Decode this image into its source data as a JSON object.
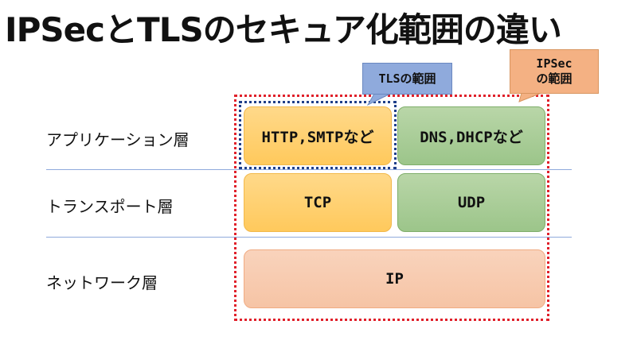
{
  "title": "IPSecとTLSのセキュア化範囲の違い",
  "layers": {
    "application": "アプリケーション層",
    "transport": "トランスポート層",
    "network": "ネットワーク層"
  },
  "boxes": {
    "http_smtp": "HTTP,SMTPなど",
    "dns_dhcp": "DNS,DHCPなど",
    "tcp": "TCP",
    "udp": "UDP",
    "ip": "IP"
  },
  "callouts": {
    "tls": "TLSの範囲",
    "ipsec_line1": "IPSec",
    "ipsec_line2": "の範囲"
  },
  "colors": {
    "tls_scope": "#1f3f8a",
    "ipsec_scope": "#e0202a",
    "application_boxes": "#ffd98a",
    "transport_udp_box": "#9cc58a",
    "network_box": "#f6c4a5"
  }
}
